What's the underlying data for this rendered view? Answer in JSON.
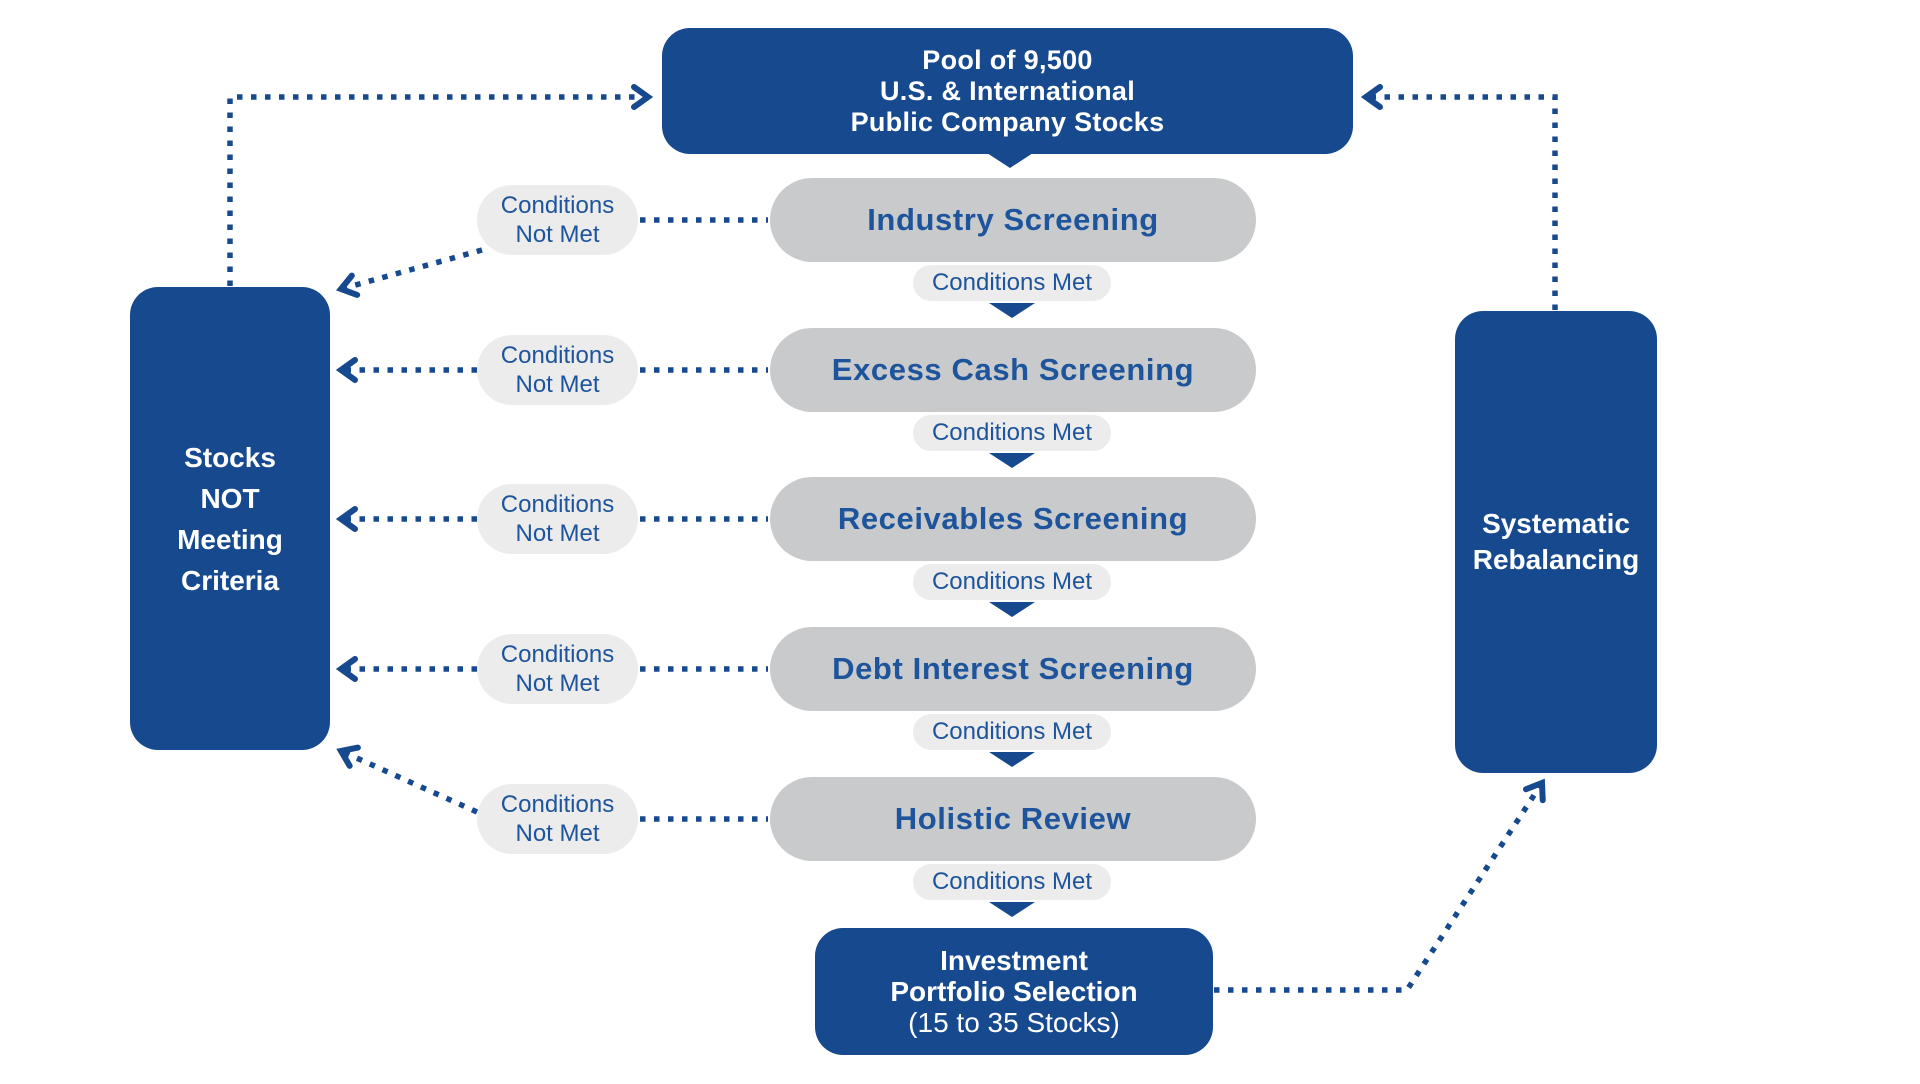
{
  "colors": {
    "navy": "#17498E",
    "text_blue": "#1D549B",
    "stage_gray": "#C9CACB",
    "pill_gray": "#ECECED",
    "background": "#FFFFFF"
  },
  "pool_box": {
    "line1": "Pool of 9,500",
    "line2": "U.S. & International",
    "line3": "Public Company Stocks"
  },
  "left_box": {
    "line1": "Stocks",
    "line2": "NOT",
    "line3": "Meeting",
    "line4": "Criteria"
  },
  "right_box": {
    "line1": "Systematic",
    "line2": "Rebalancing"
  },
  "bottom_box": {
    "line1": "Investment",
    "line2": "Portfolio Selection",
    "line3": "(15 to 35 Stocks)"
  },
  "labels": {
    "conditions_met": "Conditions Met",
    "conditions_not_met_line1": "Conditions",
    "conditions_not_met_line2": "Not Met"
  },
  "stages": [
    {
      "label": "Industry Screening"
    },
    {
      "label": "Excess Cash Screening"
    },
    {
      "label": "Receivables Screening"
    },
    {
      "label": "Debt Interest Screening"
    },
    {
      "label": "Holistic Review"
    }
  ]
}
